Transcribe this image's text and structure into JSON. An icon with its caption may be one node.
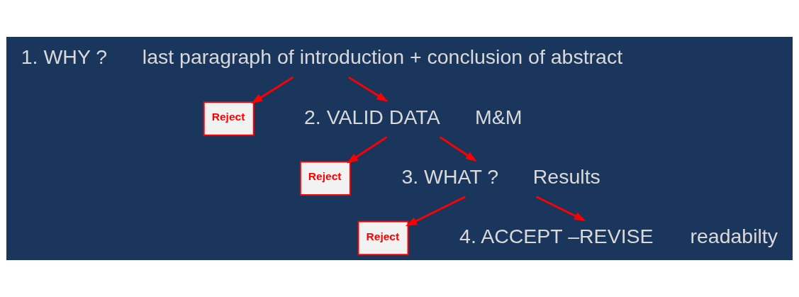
{
  "diagram": {
    "nodes": [
      {
        "text": [
          "1. WHY ?"
        ],
        "beside": [
          "last paragraph of introduction + conclusion of abstract"
        ]
      },
      {
        "text": [
          "Reject"
        ]
      },
      {
        "text": [
          "2. VALID DATA"
        ],
        "beside": [
          "M&M"
        ]
      },
      {
        "text": [
          "Reject"
        ]
      },
      {
        "text": [
          "3. WHAT ?"
        ],
        "beside": [
          "Results"
        ]
      },
      {
        "text": [
          "Reject"
        ]
      },
      {
        "text": [
          "4. ACCEPT –REVISE"
        ],
        "beside": [
          "readabilty"
        ]
      }
    ],
    "edges": [
      {
        "from": 0,
        "to": 1,
        "arrow": "to"
      },
      {
        "from": 0,
        "to": 2,
        "arrow": "to"
      },
      {
        "from": 2,
        "to": 3,
        "arrow": "to"
      },
      {
        "from": 2,
        "to": 4,
        "arrow": "to"
      },
      {
        "from": 4,
        "to": 5,
        "arrow": "to"
      },
      {
        "from": 4,
        "to": 6,
        "arrow": "to"
      }
    ]
  }
}
